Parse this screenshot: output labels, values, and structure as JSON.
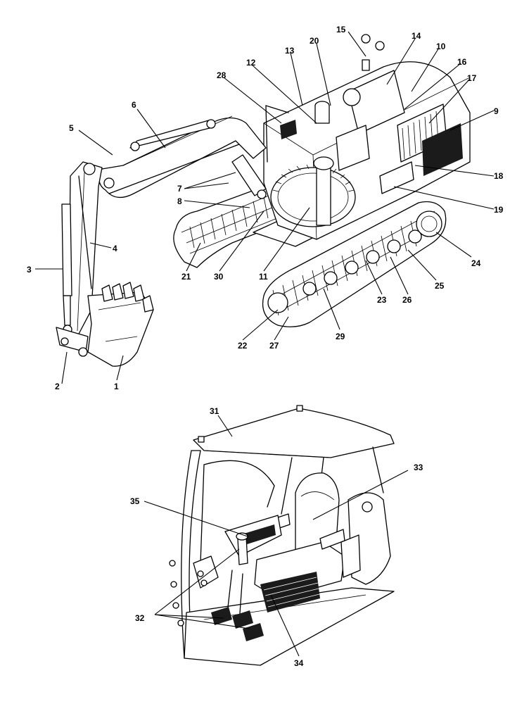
{
  "colors": {
    "ink": "#000000",
    "paper": "#ffffff"
  },
  "callouts": [
    {
      "key": "c1",
      "text": "1"
    },
    {
      "key": "c2",
      "text": "2"
    },
    {
      "key": "c3",
      "text": "3"
    },
    {
      "key": "c4",
      "text": "4"
    },
    {
      "key": "c5",
      "text": "5"
    },
    {
      "key": "c6",
      "text": "6"
    },
    {
      "key": "c7",
      "text": "7"
    },
    {
      "key": "c8",
      "text": "8"
    },
    {
      "key": "c9",
      "text": "9"
    },
    {
      "key": "c10",
      "text": "10"
    },
    {
      "key": "c11",
      "text": "11"
    },
    {
      "key": "c12",
      "text": "12"
    },
    {
      "key": "c13",
      "text": "13"
    },
    {
      "key": "c14",
      "text": "14"
    },
    {
      "key": "c15",
      "text": "15"
    },
    {
      "key": "c16",
      "text": "16"
    },
    {
      "key": "c17",
      "text": "17"
    },
    {
      "key": "c18",
      "text": "18"
    },
    {
      "key": "c19",
      "text": "19"
    },
    {
      "key": "c20",
      "text": "20"
    },
    {
      "key": "c21",
      "text": "21"
    },
    {
      "key": "c22",
      "text": "22"
    },
    {
      "key": "c23",
      "text": "23"
    },
    {
      "key": "c24",
      "text": "24"
    },
    {
      "key": "c25",
      "text": "25"
    },
    {
      "key": "c26",
      "text": "26"
    },
    {
      "key": "c27",
      "text": "27"
    },
    {
      "key": "c28",
      "text": "28"
    },
    {
      "key": "c29",
      "text": "29"
    },
    {
      "key": "c30",
      "text": "30"
    },
    {
      "key": "c31",
      "text": "31"
    },
    {
      "key": "c32",
      "text": "32"
    },
    {
      "key": "c33",
      "text": "33"
    },
    {
      "key": "c34",
      "text": "34"
    },
    {
      "key": "c35",
      "text": "35"
    }
  ]
}
